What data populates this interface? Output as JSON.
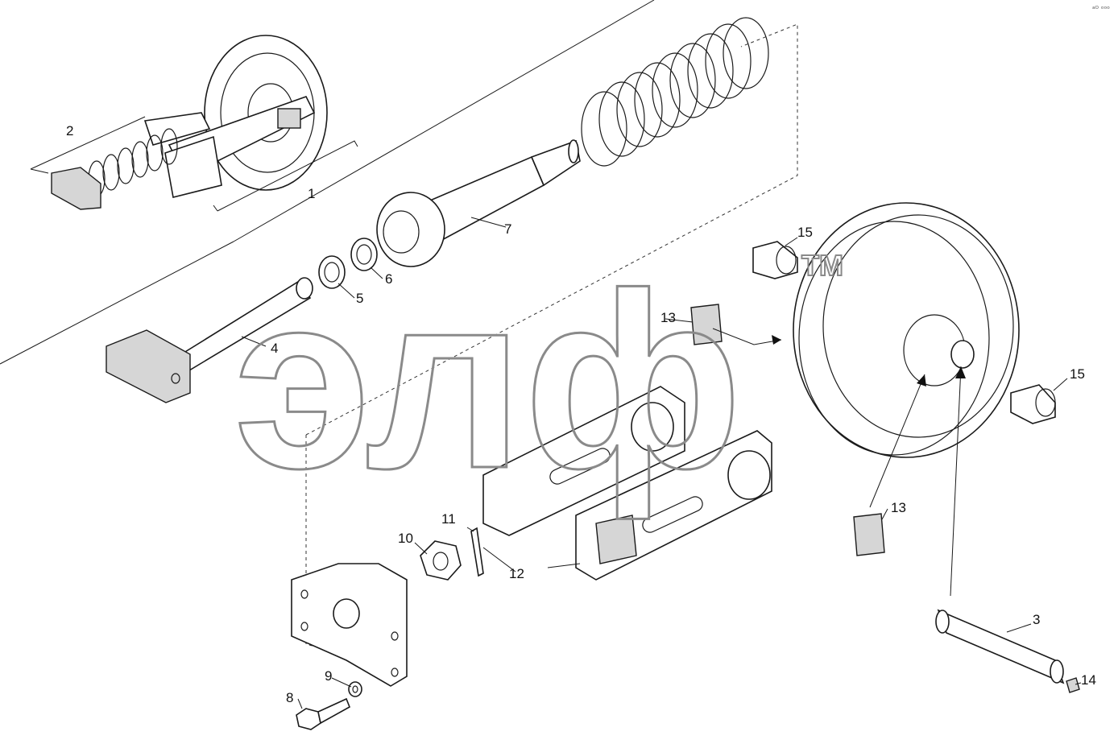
{
  "diagram": {
    "callouts": [
      "1",
      "2",
      "3",
      "4",
      "5",
      "6",
      "7",
      "8",
      "9",
      "10",
      "11",
      "12",
      "13",
      "14",
      "15"
    ],
    "watermark": {
      "text": "элф",
      "trademark": "TM"
    },
    "corner_mark": "ᵃᴼ ᵒᵒᵒ"
  }
}
